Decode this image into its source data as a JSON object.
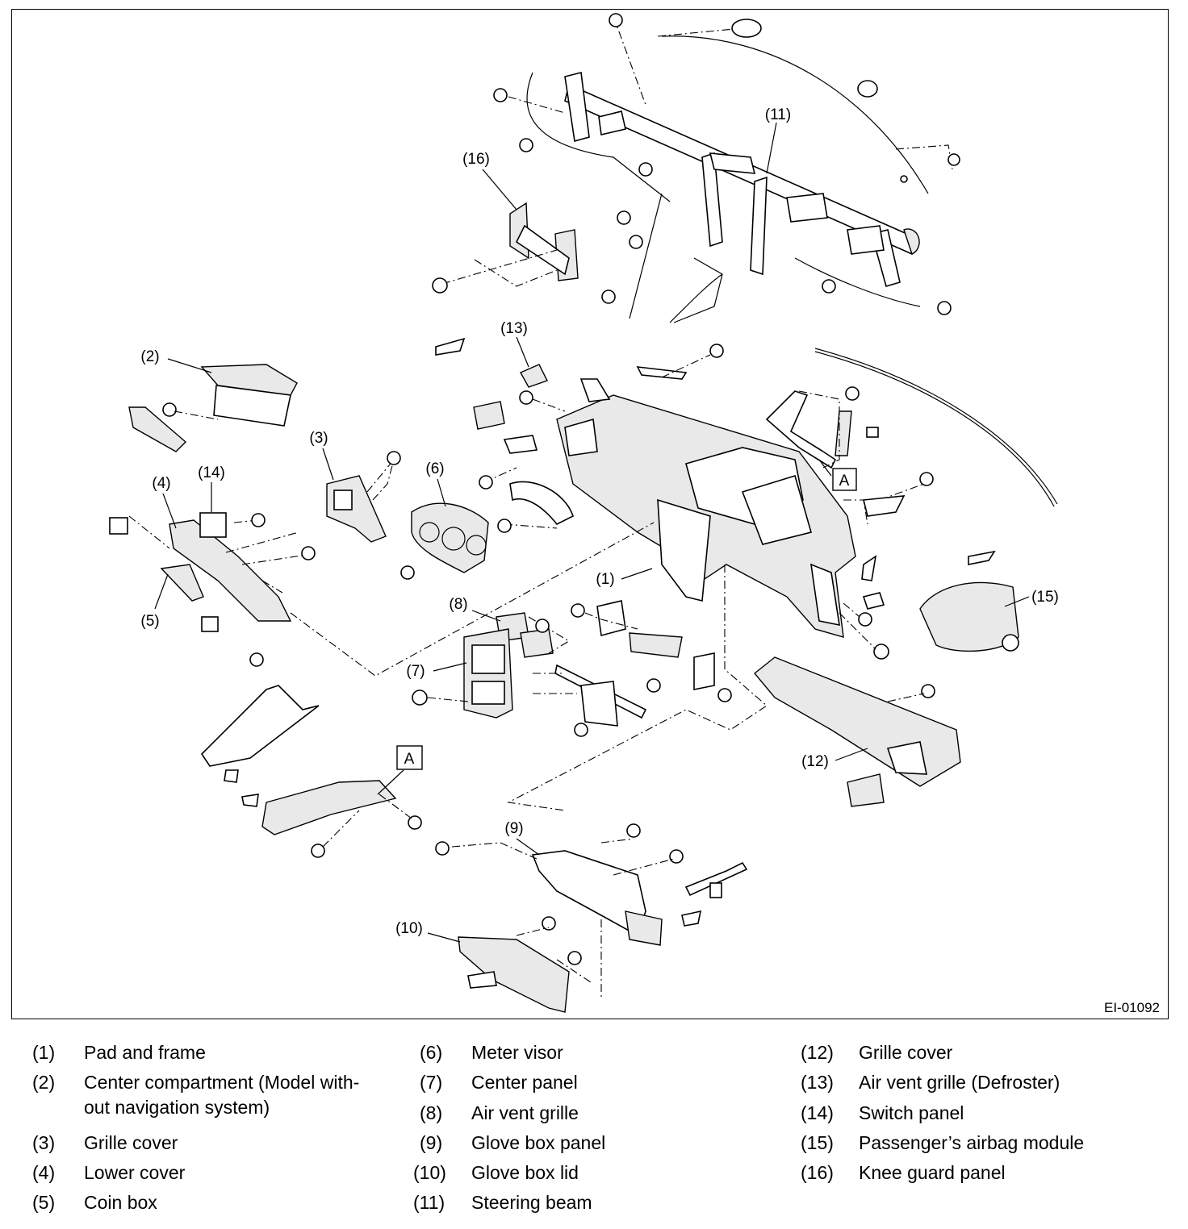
{
  "figure_id": "EI-01092",
  "ref_marker": "A",
  "callouts": {
    "c1": "(1)",
    "c2": "(2)",
    "c3": "(3)",
    "c4": "(4)",
    "c5": "(5)",
    "c6": "(6)",
    "c7": "(7)",
    "c8": "(8)",
    "c9": "(9)",
    "c10": "(10)",
    "c11": "(11)",
    "c12": "(12)",
    "c13": "(13)",
    "c14": "(14)",
    "c15": "(15)",
    "c16": "(16)"
  },
  "legend": [
    {
      "num": "(1)",
      "text": "Pad and frame"
    },
    {
      "num": "(2)",
      "text": "Center compartment (Model with-",
      "text2": "out navigation system)"
    },
    {
      "num": "(3)",
      "text": "Grille cover"
    },
    {
      "num": "(4)",
      "text": "Lower cover"
    },
    {
      "num": "(5)",
      "text": "Coin box"
    },
    {
      "num": "(6)",
      "text": "Meter visor"
    },
    {
      "num": "(7)",
      "text": "Center panel"
    },
    {
      "num": "(8)",
      "text": "Air vent grille"
    },
    {
      "num": "(9)",
      "text": "Glove box panel"
    },
    {
      "num": "(10)",
      "text": "Glove box lid"
    },
    {
      "num": "(11)",
      "text": "Steering beam"
    },
    {
      "num": "(12)",
      "text": "Grille cover"
    },
    {
      "num": "(13)",
      "text": "Air vent grille (Defroster)"
    },
    {
      "num": "(14)",
      "text": "Switch panel"
    },
    {
      "num": "(15)",
      "text": "Passenger’s airbag module"
    },
    {
      "num": "(16)",
      "text": "Knee guard panel"
    }
  ]
}
